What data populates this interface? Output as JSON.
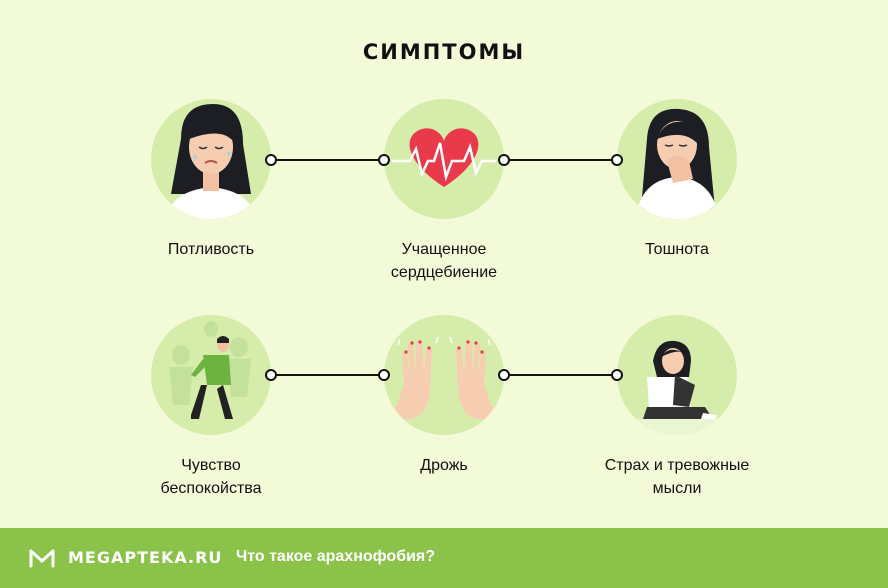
{
  "title": "СИМПТОМЫ",
  "symptoms": [
    {
      "line1": "Потливость",
      "line2": ""
    },
    {
      "line1": "Учащенное",
      "line2": "сердцебиение"
    },
    {
      "line1": "Тошнота",
      "line2": ""
    },
    {
      "line1": "Чувство",
      "line2": "беспокойства"
    },
    {
      "line1": "Дрожь",
      "line2": ""
    },
    {
      "line1": "Страх и тревожные",
      "line2": "мысли"
    }
  ],
  "footer": {
    "brand": "MEGAPTEKA.RU",
    "article": "Что такое арахнофобия?"
  },
  "colors": {
    "background": "#f2fad8",
    "circle": "#d5ecaa",
    "footer": "#8bc34a",
    "heart": "#e83a4b"
  },
  "icons": [
    "sweating-woman-icon",
    "heartbeat-icon",
    "nausea-woman-icon",
    "anxious-man-icon",
    "trembling-hands-icon",
    "fearful-woman-icon"
  ]
}
